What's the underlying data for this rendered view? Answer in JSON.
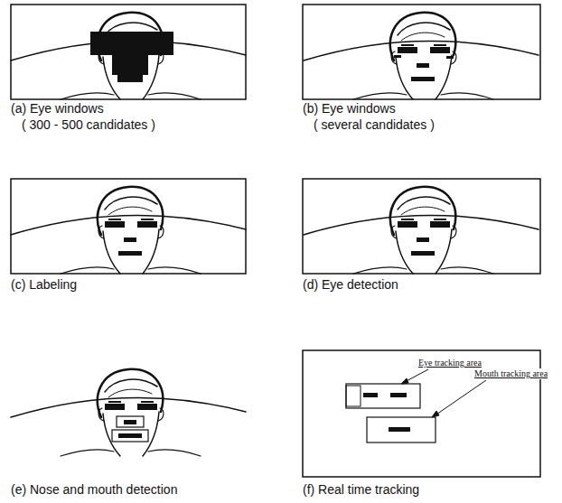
{
  "diagram": {
    "labels": [
      "(a) Eye windows",
      "( 300 - 500 candidates )",
      "(b) Eye windows",
      "( several candidates )",
      "(c) Labeling",
      "(d) Eye detection",
      "(e) Nose and mouth detection",
      "(f) Real time tracking",
      "Eye tracking area",
      "Mouth tracking area"
    ]
  }
}
